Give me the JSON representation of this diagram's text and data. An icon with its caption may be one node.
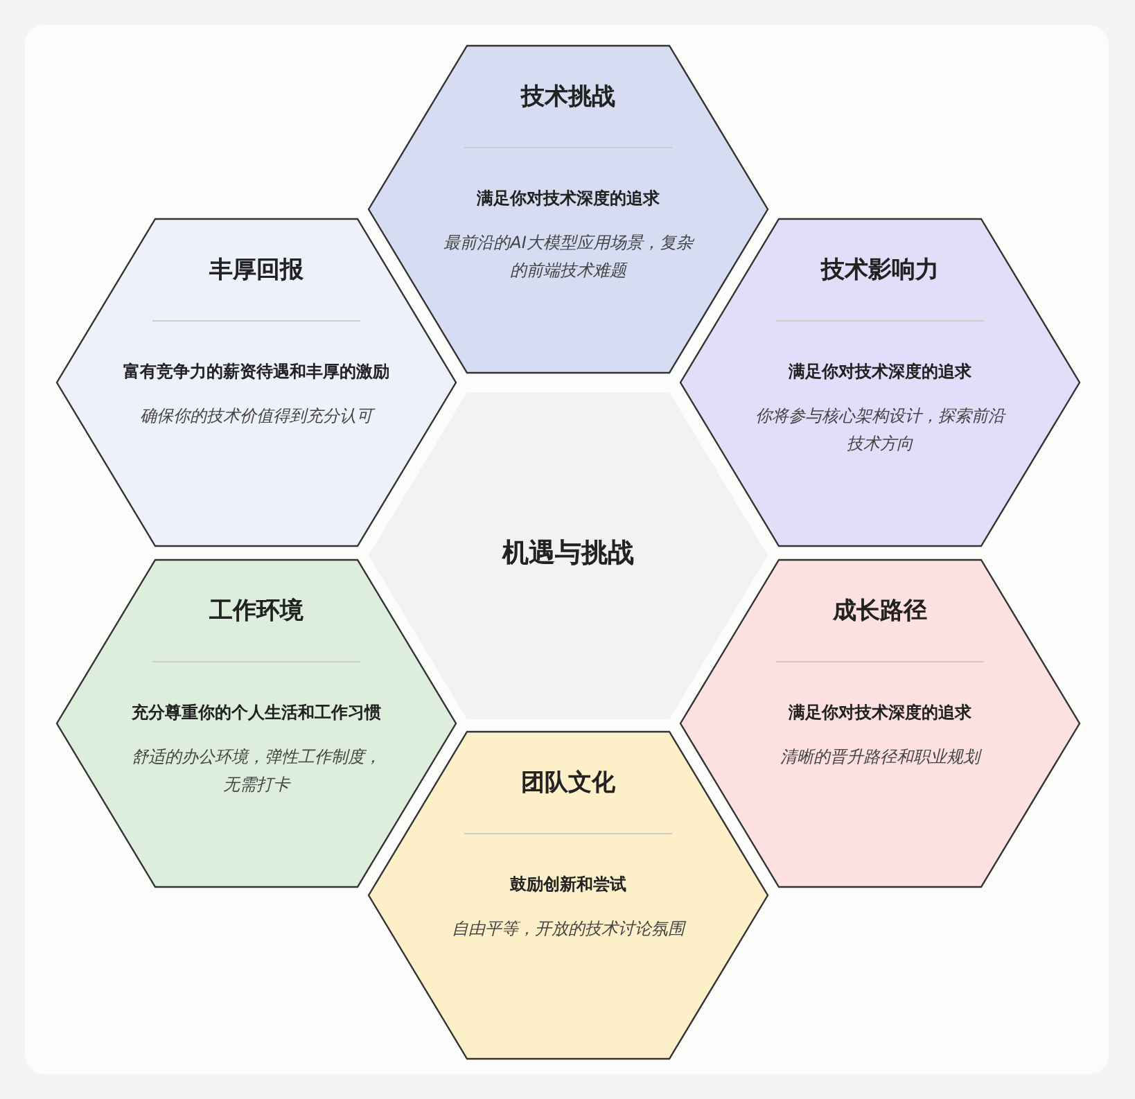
{
  "diagram": {
    "nodes": [
      {
        "text": [
          "技术挑战",
          "满足你对技术深度的追求",
          "最前沿的AI大模型应用场景，复杂的前端技术难题"
        ]
      },
      {
        "text": [
          "丰厚回报",
          "富有竞争力的薪资待遇和丰厚的激励",
          "确保你的技术价值得到充分认可"
        ]
      },
      {
        "text": [
          "技术影响力",
          "满足你对技术深度的追求",
          "你将参与核心架构设计，探索前沿技术方向"
        ]
      },
      {
        "text": [
          "机遇与挑战"
        ]
      },
      {
        "text": [
          "工作环境",
          "充分尊重你的个人生活和工作习惯",
          "舒适的办公环境，弹性工作制度，无需打卡"
        ]
      },
      {
        "text": [
          "成长路径",
          "满足你对技术深度的追求",
          "清晰的晋升路径和职业规划"
        ]
      },
      {
        "text": [
          "团队文化",
          "鼓励创新和尝试",
          "自由平等，开放的技术讨论氛围"
        ]
      }
    ]
  }
}
